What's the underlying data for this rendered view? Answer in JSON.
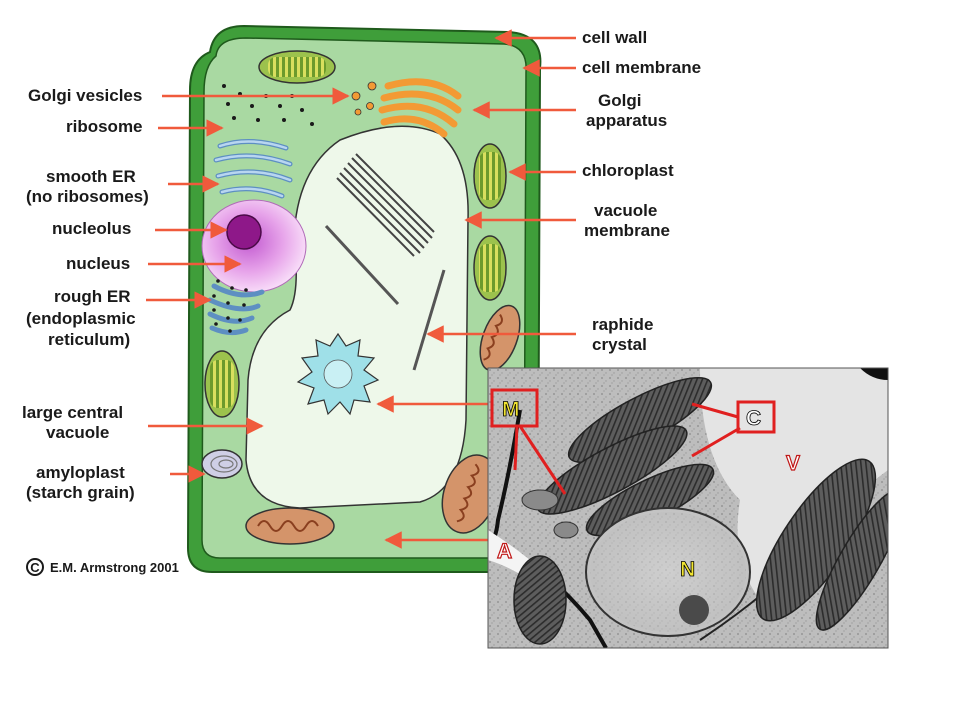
{
  "diagram": {
    "labels_left": {
      "golgi_vesicles": "Golgi vesicles",
      "ribosome": "ribosome",
      "smooth_er_1": "smooth ER",
      "smooth_er_2": "(no ribosomes)",
      "nucleolus": "nucleolus",
      "nucleus": "nucleus",
      "rough_er_1": "rough ER",
      "rough_er_2": "(endoplasmic",
      "rough_er_3": "reticulum)",
      "vacuole_1": "large central",
      "vacuole_2": "vacuole",
      "amyloplast_1": "amyloplast",
      "amyloplast_2": "(starch grain)"
    },
    "labels_right": {
      "cell_wall": "cell wall",
      "cell_membrane": "cell membrane",
      "golgi_1": "Golgi",
      "golgi_2": "apparatus",
      "chloroplast": "chloroplast",
      "vacuole_membrane_1": "vacuole",
      "vacuole_membrane_2": "membrane",
      "raphide_1": "raphide",
      "raphide_2": "crystal"
    },
    "copyright_symbol": "C",
    "copyright_text": "E.M. Armstrong 2001",
    "colors": {
      "arrow": "#f05a3c",
      "cell_wall": "#3f9e3a",
      "cytoplasm": "#a9d9a2",
      "vacuole": "#eef8ea",
      "nucleus": "#e59be6",
      "nucleolus": "#8e1889",
      "golgi": "#f39a34",
      "er": "#7fb3dd",
      "chloroplast": "#95b94a",
      "mitochondrion": "#d4946a"
    }
  },
  "micrograph": {
    "labels": {
      "m": "M",
      "c": "C",
      "v": "V",
      "a": "A",
      "n": "N"
    },
    "colors": {
      "box": "#e02020",
      "m_fill": "#f2e531",
      "n_fill": "#f2e531",
      "c_fill": "#ffffff",
      "v_fill": "#ffffff",
      "a_fill": "#ffffff"
    }
  }
}
